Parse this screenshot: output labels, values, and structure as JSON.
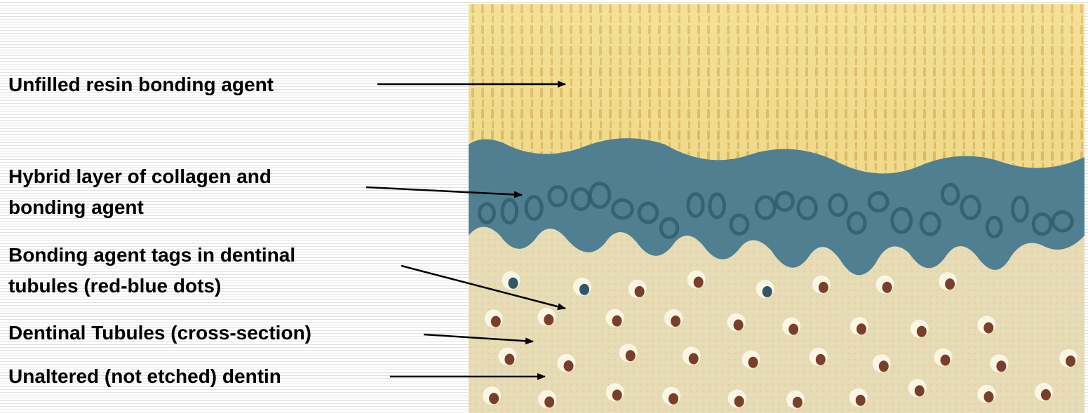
{
  "labels": {
    "resin": "Unfilled resin bonding agent",
    "hybrid_line1": "Hybrid layer of collagen and",
    "hybrid_line2": "bonding agent",
    "tags_line1": "Bonding agent tags in dentinal",
    "tags_line2": "tubules (red-blue dots)",
    "tubules": "Dentinal Tubules (cross-section)",
    "dentin": "Unaltered (not etched) dentin"
  },
  "colors": {
    "resin": "#efd98a",
    "resin_stripe": "#c9a24a",
    "hybrid": "#4f7f90",
    "hybrid_dark": "#2d5868",
    "dentin": "#e7dcb6",
    "tag_dot": "#7a3f2c",
    "tubule_rim": "#fbf6e2",
    "arrow": "#000000"
  }
}
